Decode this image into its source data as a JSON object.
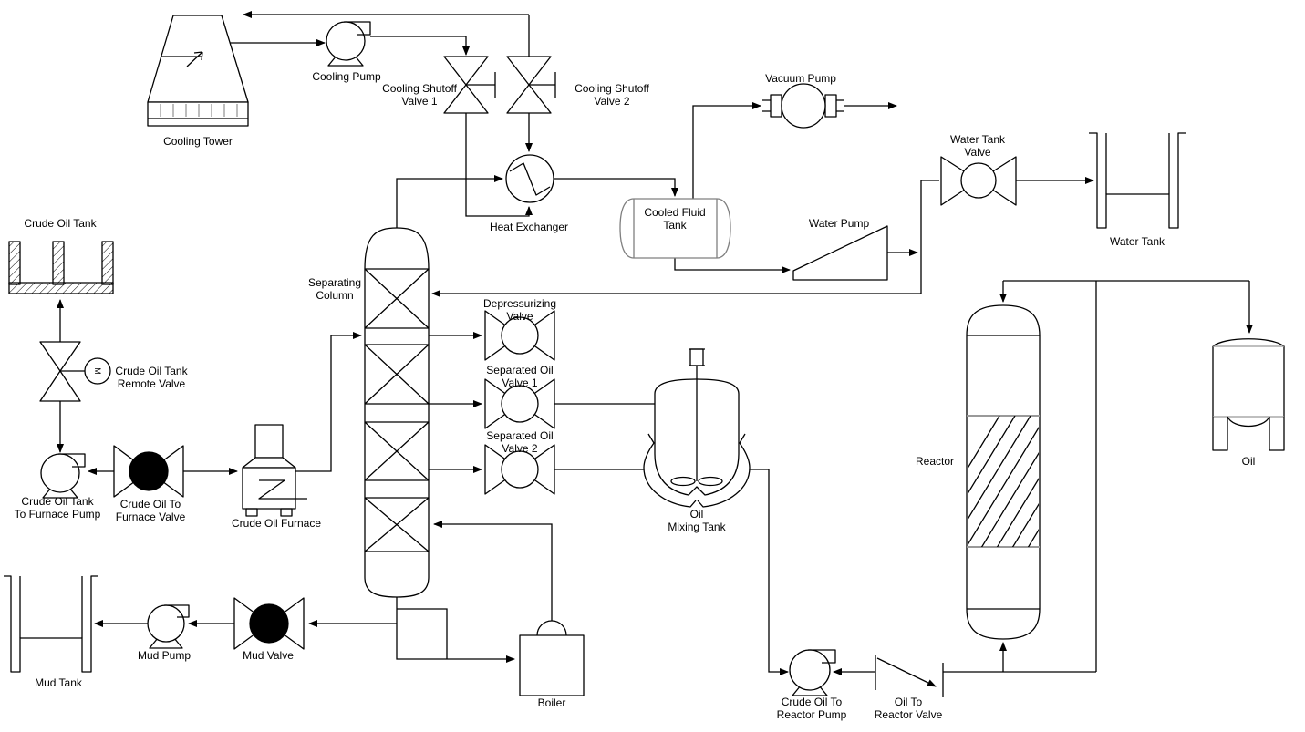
{
  "diagram": {
    "type": "process-flow-diagram",
    "background": "#ffffff",
    "line_color": "#000000",
    "accent_gray": "#999999"
  },
  "equipment": {
    "cooling_tower": {
      "label": "Cooling Tower",
      "symbol": "cooling-tower"
    },
    "cooling_pump": {
      "label": "Cooling Pump",
      "symbol": "centrifugal-pump"
    },
    "cooling_shutoff_valve_1": {
      "label": "Cooling Shutoff\nValve 1",
      "symbol": "shutoff-valve"
    },
    "cooling_shutoff_valve_2": {
      "label": "Cooling Shutoff\nValve 2",
      "symbol": "shutoff-valve"
    },
    "heat_exchanger": {
      "label": "Heat Exchanger",
      "symbol": "heat-exchanger"
    },
    "vacuum_pump": {
      "label": "Vacuum Pump",
      "symbol": "vacuum-pump"
    },
    "cooled_fluid_tank": {
      "label": "Cooled Fluid\nTank",
      "symbol": "horizontal-tank"
    },
    "water_pump": {
      "label": "Water Pump",
      "symbol": "ejector-pump"
    },
    "water_tank_valve": {
      "label": "Water Tank\nValve",
      "symbol": "globe-valve"
    },
    "water_tank": {
      "label": "Water Tank",
      "symbol": "open-tank"
    },
    "crude_oil_tank": {
      "label": "Crude Oil Tank",
      "symbol": "hatched-open-tank"
    },
    "crude_oil_tank_remote_valve": {
      "label": "Crude Oil Tank\nRemote Valve",
      "symbol": "motor-valve"
    },
    "crude_oil_tank_to_furnace_pump": {
      "label": "Crude Oil Tank\nTo Furnace Pump",
      "symbol": "centrifugal-pump"
    },
    "crude_oil_to_furnace_valve": {
      "label": "Crude Oil To\nFurnace Valve",
      "symbol": "closed-valve"
    },
    "crude_oil_furnace": {
      "label": "Crude Oil Furnace",
      "symbol": "furnace"
    },
    "separating_column": {
      "label": "Separating\nColumn",
      "symbol": "packed-column"
    },
    "depressurizing_valve": {
      "label": "Depressurizing\nValve",
      "symbol": "globe-valve"
    },
    "separated_oil_valve_1": {
      "label": "Separated Oil\nValve 1",
      "symbol": "globe-valve"
    },
    "separated_oil_valve_2": {
      "label": "Separated Oil\nValve 2",
      "symbol": "globe-valve"
    },
    "oil_mixing_tank": {
      "label": "Oil\nMixing Tank",
      "symbol": "agitated-tank"
    },
    "reactor": {
      "label": "Reactor",
      "symbol": "packed-reactor"
    },
    "oil_tank": {
      "label": "Oil",
      "symbol": "vertical-tank"
    },
    "mud_tank": {
      "label": "Mud Tank",
      "symbol": "open-tank"
    },
    "mud_pump": {
      "label": "Mud Pump",
      "symbol": "centrifugal-pump"
    },
    "mud_valve": {
      "label": "Mud Valve",
      "symbol": "closed-valve"
    },
    "boiler": {
      "label": "Boiler",
      "symbol": "boiler"
    },
    "crude_oil_to_reactor_pump": {
      "label": "Crude Oil To\nReactor Pump",
      "symbol": "centrifugal-pump"
    },
    "oil_to_reactor_valve": {
      "label": "Oil To\nReactor Valve",
      "symbol": "gate-valve"
    }
  }
}
